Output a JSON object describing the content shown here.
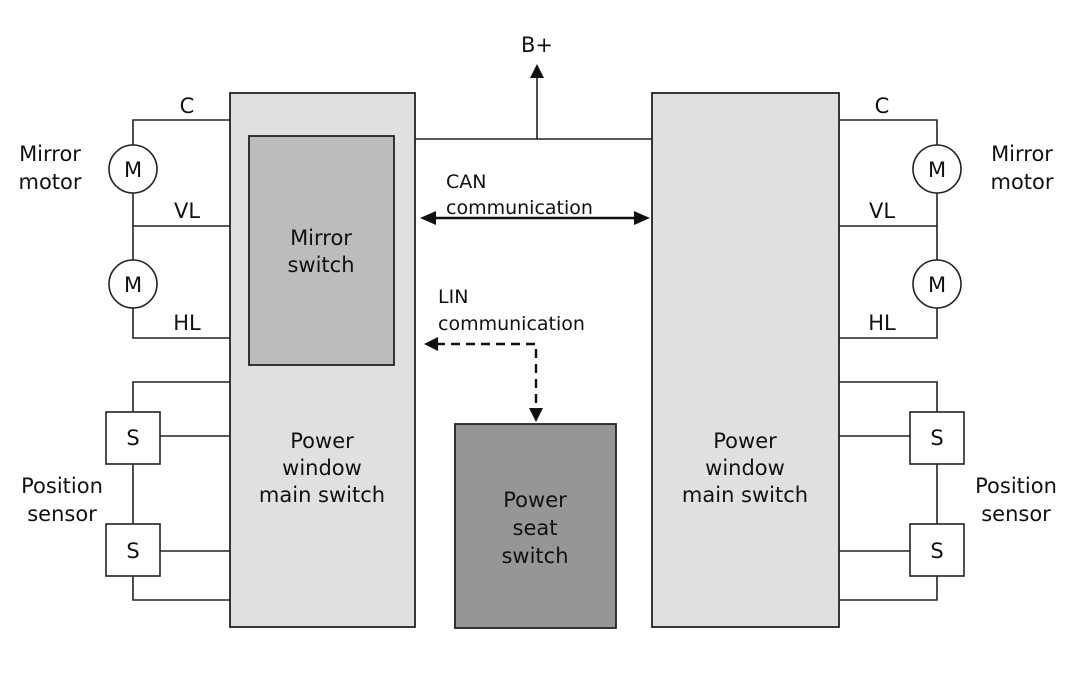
{
  "supply": {
    "label": "B+"
  },
  "left": {
    "wires": {
      "c": "C",
      "vl": "VL",
      "hl": "HL"
    },
    "mirror_motor": {
      "line1": "Mirror",
      "line2": "motor",
      "motor_symbol": "M"
    },
    "position_sensor": {
      "line1": "Position",
      "line2": "sensor",
      "sensor_symbol": "S"
    },
    "mirror_switch": {
      "line1": "Mirror",
      "line2": "switch"
    },
    "main_switch": {
      "line1": "Power",
      "line2": "window",
      "line3": "main switch"
    }
  },
  "right": {
    "wires": {
      "c": "C",
      "vl": "VL",
      "hl": "HL"
    },
    "mirror_motor": {
      "line1": "Mirror",
      "line2": "motor",
      "motor_symbol": "M"
    },
    "position_sensor": {
      "line1": "Position",
      "line2": "sensor",
      "sensor_symbol": "S"
    },
    "main_switch": {
      "line1": "Power",
      "line2": "window",
      "line3": "main switch"
    }
  },
  "can": {
    "line1": "CAN",
    "line2": "communication"
  },
  "lin": {
    "line1": "LIN",
    "line2": "communication"
  },
  "seat_switch": {
    "line1": "Power",
    "line2": "seat",
    "line3": "switch"
  },
  "colors": {
    "main_box": "#e0e0e0",
    "mirror_switch_box": "#bcbcbc",
    "seat_switch_box": "#969696",
    "line": "#222222"
  }
}
